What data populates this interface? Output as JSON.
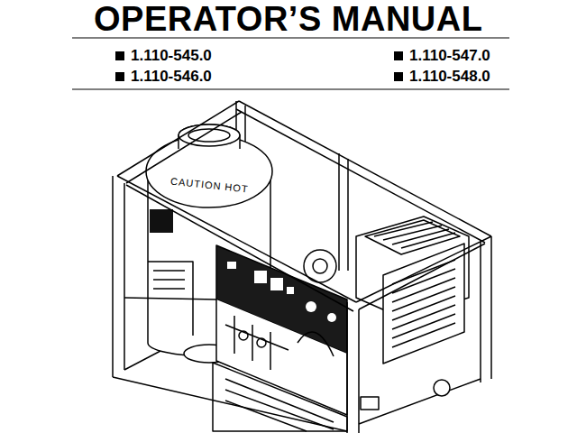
{
  "diagram": {
    "title": "OPERATOR’S MANUAL",
    "labels": [
      "1.110-545.0",
      "1.110-547.0",
      "1.110-546.0",
      "1.110-548.0",
      "CAUTION HOT"
    ]
  }
}
